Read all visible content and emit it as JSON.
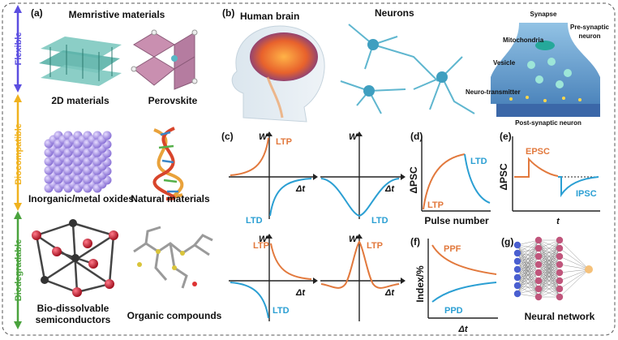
{
  "colors": {
    "orange": "#e2793d",
    "blue": "#2b9fd3",
    "flexible": "#5b4ee0",
    "biocompatible": "#f0b21e",
    "biodegradable": "#4aa33d"
  },
  "side_labels": {
    "flexible": "Flexible",
    "biocompatible": "Biocompatible",
    "biodegradable": "Biodegradable"
  },
  "panel_a": {
    "label": "(a)",
    "title": "Memristive materials",
    "materials": [
      "2D materials",
      "Perovskite",
      "Inorganic/metal oxides",
      "Natural materials",
      "Bio-dissolvable",
      "semiconductors",
      "Organic compounds"
    ]
  },
  "panel_b": {
    "label": "(b)",
    "human_brain": "Human brain",
    "neurons": "Neurons",
    "synapse": "Synapse",
    "mitochondria": "Mitochondria",
    "pre_synaptic": [
      "Pre-synaptic",
      "neuron"
    ],
    "vesicle": "Vesicle",
    "neuro_transmitter": "Neuro-transmitter",
    "post_synaptic": "Post-synaptic neuron"
  },
  "panel_c": {
    "label": "(c)",
    "w": "W",
    "dt": "Δt",
    "ltp": "LTP",
    "ltd": "LTD"
  },
  "panel_d": {
    "label": "(d)",
    "ylabel": "ΔPSC",
    "xlabel": "Pulse number",
    "ltp": "LTP",
    "ltd": "LTD"
  },
  "panel_e": {
    "label": "(e)",
    "ylabel": "ΔPSC",
    "xlabel": "t",
    "epsc": "EPSC",
    "ipsc": "IPSC"
  },
  "panel_f": {
    "label": "(f)",
    "ylabel": "Index/%",
    "xlabel": "Δt",
    "ppf": "PPF",
    "ppd": "PPD"
  },
  "panel_g": {
    "label": "(g)",
    "caption": "Neural network"
  }
}
